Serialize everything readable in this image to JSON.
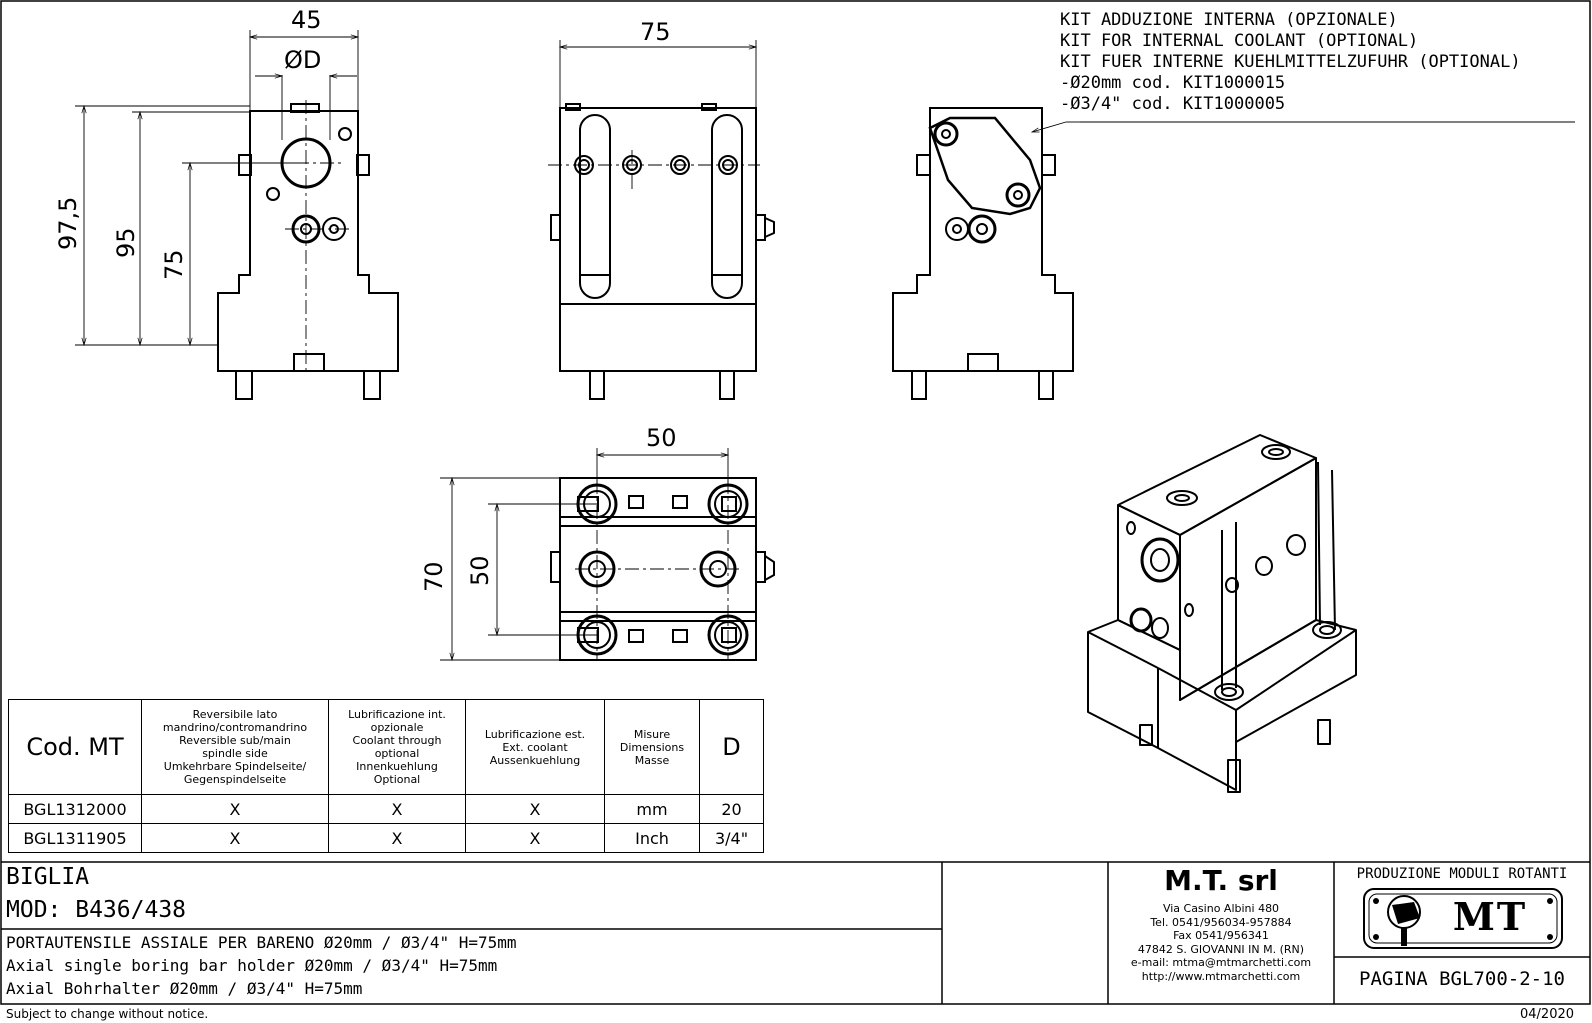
{
  "dimensions": {
    "width_45": "45",
    "diameter_d": "ØD",
    "height_97_5": "97,5",
    "height_95": "95",
    "height_75": "75",
    "width_75": "75",
    "width_50": "50",
    "height_70": "70",
    "height_50": "50"
  },
  "kit_note": {
    "lines": [
      "KIT ADDUZIONE INTERNA (OPZIONALE)",
      "KIT FOR INTERNAL COOLANT (OPTIONAL)",
      "KIT FUER INTERNE KUEHLMITTELZUFUHR (OPTIONAL)",
      "-Ø20mm  cod. KIT1000015",
      "-Ø3/4\" cod. KIT1000005"
    ]
  },
  "spec_table": {
    "headers": {
      "cod": "Cod. MT",
      "reversible": [
        "Reversibile lato",
        "mandrino/contromandrino",
        "Reversible sub/main",
        "spindle side",
        "Umkehrbare Spindelseite/",
        "Gegenspindelseite"
      ],
      "coolant_int": [
        "Lubrificazione int.",
        "opzionale",
        "Coolant through",
        "optional",
        "Innenkuehlung",
        "Optional"
      ],
      "coolant_ext": [
        "Lubrificazione est.",
        "Ext. coolant",
        "Aussenkuehlung"
      ],
      "measures": [
        "Misure",
        "Dimensions",
        "Masse"
      ],
      "d": "D"
    },
    "rows": [
      {
        "cod": "BGL1312000",
        "reversible": "X",
        "coolant_int": "X",
        "coolant_ext": "X",
        "measures": "mm",
        "d": "20"
      },
      {
        "cod": "BGL1311905",
        "reversible": "X",
        "coolant_int": "X",
        "coolant_ext": "X",
        "measures": "Inch",
        "d": "3/4\""
      }
    ]
  },
  "title_block": {
    "brand": "BIGLIA",
    "model": "MOD: B436/438",
    "desc_it": "PORTAUTENSILE ASSIALE PER BARENO Ø20mm / Ø3/4\" H=75mm",
    "desc_en": "Axial single boring bar holder Ø20mm / Ø3/4\" H=75mm",
    "desc_de": "Axial Bohrhalter Ø20mm / Ø3/4\" H=75mm",
    "company": "M.T. srl",
    "address_lines": [
      "Via Casino Albini 480",
      "Tel. 0541/956034-957884",
      "Fax 0541/956341",
      "47842 S. GIOVANNI IN M. (RN)",
      "e-mail: mtma@mtmarchetti.com",
      "http://www.mtmarchetti.com"
    ],
    "production": "PRODUZIONE MODULI ROTANTI",
    "logo_text": "MT",
    "page": "PAGINA BGL700-2-10"
  },
  "footer": {
    "notice": "Subject to change without notice.",
    "date": "04/2020"
  }
}
